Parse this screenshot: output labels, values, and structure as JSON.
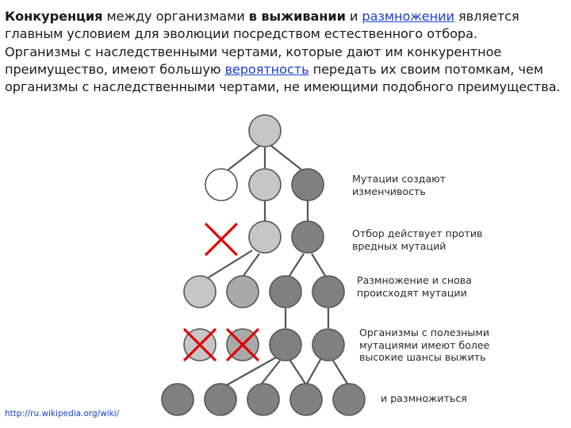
{
  "paragraph": {
    "line1_bold": "Конкуренция",
    "line1_a": " между организмами ",
    "line1_bold2": "в выживании",
    "line1_b": " и ",
    "line1_link": "размножении",
    "line1_c": " является",
    "line2": "главным условием для эволюции посредством естественного отбора.",
    "line3": "Организмы с наследственными чертами, которые дают им конкурентное",
    "line4_a": "преимущество, имеют большую ",
    "line4_link": "вероятность",
    "line4_b": " передать их своим потомкам, чем",
    "line5": "организмы с наследственными чертами, не имеющими подобного преимущества."
  },
  "captions": {
    "c1_l1": "Мутации создают",
    "c1_l2": "изменчивость",
    "c2_l1": "Отбор действует против",
    "c2_l2": "вредных мутаций",
    "c3_l1": "Размножение и снова",
    "c3_l2": "происходят мутации",
    "c4_l1": "Организмы с полезными",
    "c4_l2": "мутациями имеют более",
    "c4_l3": "высокие шансы выжить",
    "c5_l1": "и размножиться"
  },
  "source_link": "http://ru.wikipedia.org/wiki/",
  "colors": {
    "white": "#ffffff",
    "light": "#c6c6c6",
    "mid": "#a9a9a9",
    "dark": "#808080",
    "cross": "#e00000",
    "stroke": "#555555"
  }
}
